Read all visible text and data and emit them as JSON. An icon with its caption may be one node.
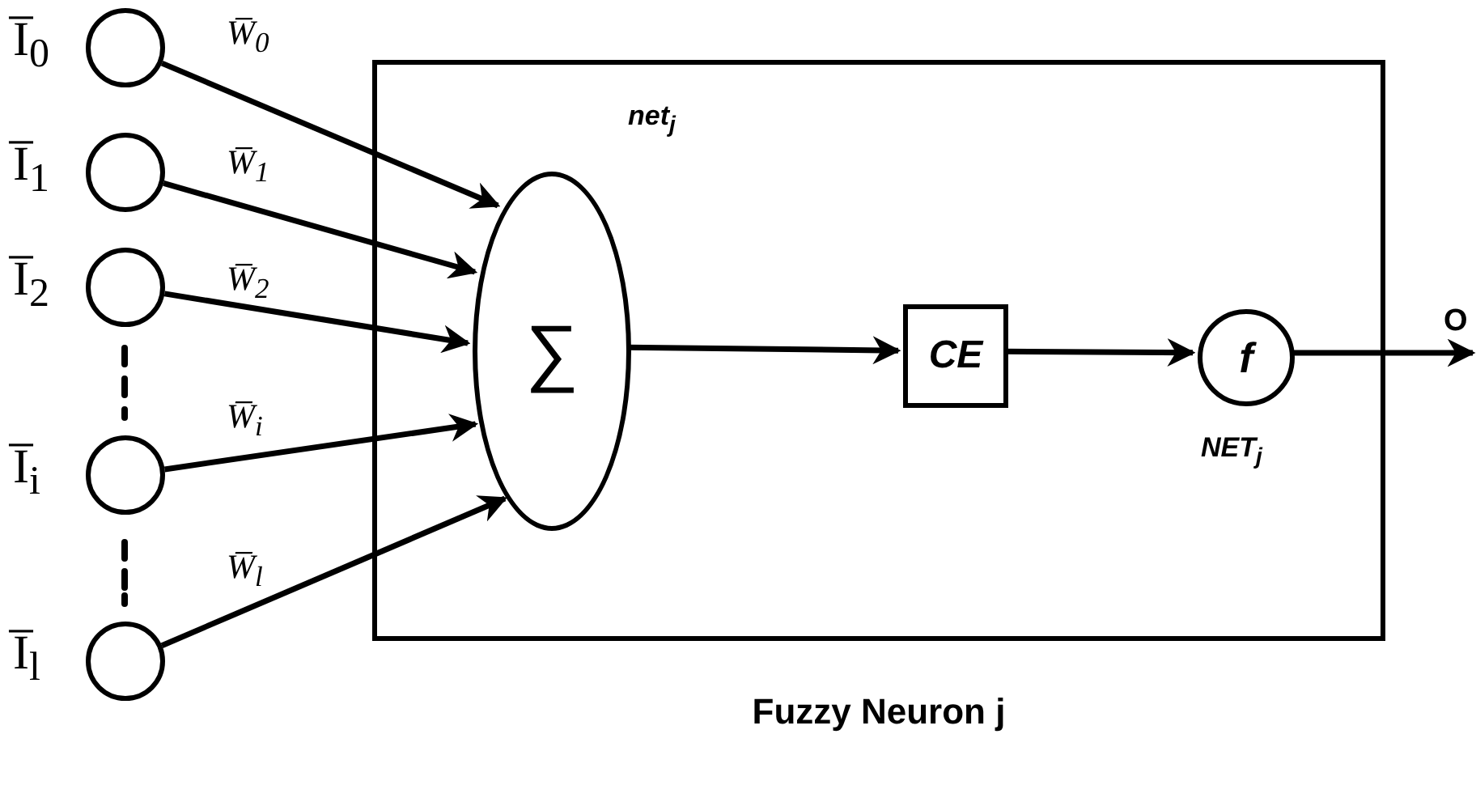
{
  "diagram": {
    "nodes": [
      {
        "text": [],
        "shape": "circle",
        "beside": [
          "I̅$_{0}$"
        ]
      },
      {
        "text": [],
        "shape": "circle",
        "beside": [
          "I̅$_{1}$"
        ]
      },
      {
        "text": [],
        "shape": "circle",
        "beside": [
          "I̅$_{2}$"
        ]
      },
      {
        "text": [],
        "shape": "circle",
        "beside": [
          "I̅$_{i}$"
        ]
      },
      {
        "text": [],
        "shape": "circle",
        "beside": [
          "I̅$_{l}$"
        ]
      },
      {
        "text": [
          "Fuzzy Neuron j"
        ]
      },
      {
        "text": [
          "∑"
        ],
        "in": 5,
        "beside": [
          "net$_{j}$"
        ]
      },
      {
        "text": [
          "CE"
        ],
        "in": 5
      },
      {
        "text": [
          "f"
        ],
        "in": 5,
        "beside": [
          "NET$_{j}$"
        ]
      },
      {
        "text": [
          "O"
        ]
      }
    ],
    "edges": [
      {
        "from": 0,
        "to": 6,
        "arrow": "to",
        "label": "W̅$_{0}$"
      },
      {
        "from": 1,
        "to": 6,
        "arrow": "to",
        "label": "W̅$_{1}$"
      },
      {
        "from": 2,
        "to": 6,
        "arrow": "to",
        "label": "W̅$_{2}$"
      },
      {
        "from": 3,
        "to": 6,
        "arrow": "to",
        "label": "W̅$_{i}$"
      },
      {
        "from": 4,
        "to": 6,
        "arrow": "to",
        "label": "W̅$_{l}$"
      },
      {
        "from": 6,
        "to": 7,
        "arrow": "to"
      },
      {
        "from": 7,
        "to": 8,
        "arrow": "to"
      },
      {
        "from": 8,
        "to": 9,
        "arrow": "to"
      }
    ]
  }
}
